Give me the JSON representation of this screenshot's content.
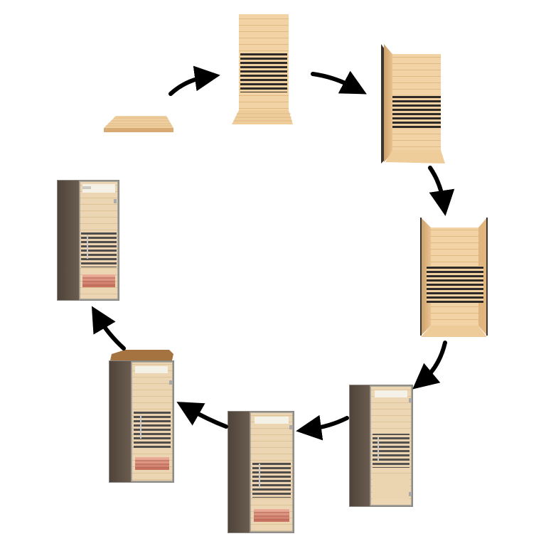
{
  "diagram": {
    "steps": [
      {
        "name": "floor-panel"
      },
      {
        "name": "back-wall-with-heater"
      },
      {
        "name": "left-side-wall"
      },
      {
        "name": "right-side-wall"
      },
      {
        "name": "glass-door-front"
      },
      {
        "name": "infrared-bench-heater"
      },
      {
        "name": "roof-panel"
      },
      {
        "name": "finished-sauna"
      }
    ],
    "arrow_count": 7,
    "colors": {
      "wood_light": "#f2d3a3",
      "wood_mid": "#e6bd86",
      "wood_dark": "#caa06a",
      "heater_slat": "#2e2a27",
      "panel_brown": "#5c4f44",
      "frame_grey": "#7d7a75",
      "glass": "#d9e0e4",
      "heater_red": "#d96a4f",
      "arrow": "#000000",
      "background": "#ffffff"
    }
  }
}
